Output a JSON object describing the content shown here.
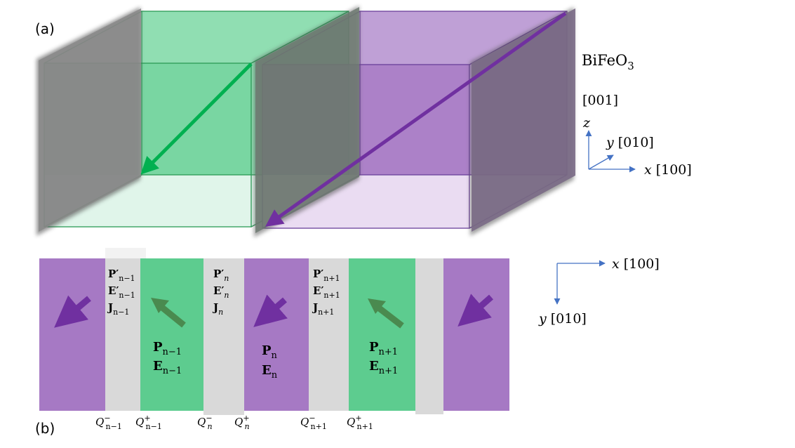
{
  "panel_a": {
    "label": "(a)",
    "material": {
      "base": "BiFeO",
      "sub": "3"
    },
    "axes": {
      "direction": "[001]",
      "z": "z",
      "y": {
        "var": "y",
        "dir": "[010]"
      },
      "x": {
        "var": "x",
        "dir": "[100]"
      }
    }
  },
  "panel_b": {
    "label": "(b)",
    "axes": {
      "x": {
        "var": "x",
        "dir": "[100]"
      },
      "y": {
        "var": "y",
        "dir": "[010]"
      }
    },
    "walls": [
      {
        "P": "P",
        "P_sub": "n−1",
        "E": "E",
        "E_sub": "n−1",
        "J": "J",
        "J_sub": "n−1",
        "prime": "′"
      },
      {
        "P": "P",
        "P_sub": "n",
        "E": "E",
        "E_sub": "n",
        "J": "J",
        "J_sub": "n",
        "prime": "′"
      },
      {
        "P": "P",
        "P_sub": "n+1",
        "E": "E",
        "E_sub": "n+1",
        "J": "J",
        "J_sub": "n+1",
        "prime": "′"
      }
    ],
    "domains": [
      {
        "P": "P",
        "P_sub": "n−1",
        "E": "E",
        "E_sub": "n−1"
      },
      {
        "P": "P",
        "P_sub": "n",
        "E": "E",
        "E_sub": "n"
      },
      {
        "P": "P",
        "P_sub": "n+1",
        "E": "E",
        "E_sub": "n+1"
      }
    ],
    "charges": [
      {
        "sym": "Q",
        "sup": "−",
        "sub": "n−1"
      },
      {
        "sym": "Q",
        "sup": "+",
        "sub": "n−1"
      },
      {
        "sym": "Q",
        "sup": "−",
        "sub": "n"
      },
      {
        "sym": "Q",
        "sup": "+",
        "sub": "n"
      },
      {
        "sym": "Q",
        "sup": "−",
        "sub": "n+1"
      },
      {
        "sym": "Q",
        "sup": "+",
        "sub": "n+1"
      }
    ]
  },
  "colors": {
    "green_fill": "#5dcc8f",
    "green_light": "#e0f5ea",
    "green_edge": "#2a9a55",
    "green_arrow": "#00b050",
    "purple_fill": "#a679c4",
    "purple_light": "#eadcf2",
    "purple_edge": "#6a3f9a",
    "purple_arrow": "#7030a0",
    "gray_wall": "#7f7f7f",
    "stripe_gray": "#d9d9d9",
    "dark_green_arrow": "#4a8a4f",
    "axis_blue": "#4472c4"
  }
}
